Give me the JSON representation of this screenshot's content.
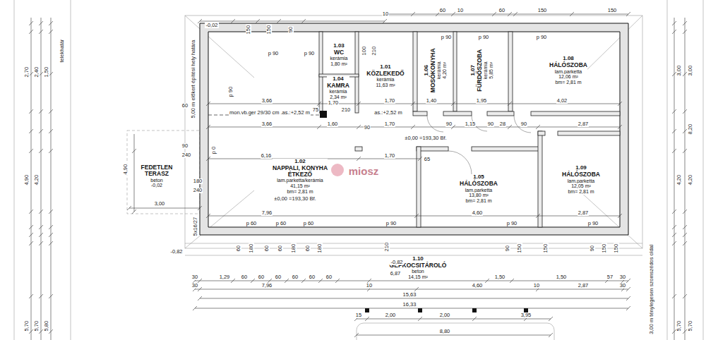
{
  "diagram": {
    "nodes": [
      {
        "text": [
          "1.03",
          "WC",
          "kerámia",
          "1,80 m²"
        ]
      },
      {
        "text": [
          "1.04",
          "KAMRA",
          "kerámia",
          "2,34 m²"
        ]
      },
      {
        "text": [
          "1.01",
          "KÖZLEKEDŐ",
          "kerámia",
          "11,63 m²"
        ]
      },
      {
        "text": [
          "1.06",
          "MOSÓKONYHA",
          "kerámia",
          "4,20 m²"
        ]
      },
      {
        "text": [
          "1.07",
          "FÜRDŐSZOBA",
          "kerámia",
          "5,85 m²"
        ]
      },
      {
        "text": [
          "1.08",
          "HÁLÓSZOBA",
          "lam.parketta",
          "12,06 m²",
          "bm= 2,81 m"
        ]
      },
      {
        "text": [
          "1.02",
          "NAPPALI, KONYHA",
          "ÉTKEZŐ",
          "lam.parketta/kerámia",
          "41,15 m²",
          "bm= 2,81 m"
        ]
      },
      {
        "text": [
          "1.05",
          "HÁLÓSZOBA",
          "lam.parketta",
          "13,80 m²",
          "bm= 2,81 m"
        ]
      },
      {
        "text": [
          "1.09",
          "HÁLÓSZOBA",
          "lam.parketta",
          "12,05 m²",
          "bm= 2,81 m"
        ]
      },
      {
        "text": [
          "FEDETLEN",
          "TERASZ",
          "beton",
          "-0,02"
        ]
      },
      {
        "text": [
          "1.10",
          "GÉPKOCSITÁROLÓ",
          "beton",
          "14,15 m²"
        ]
      }
    ],
    "labels": [
      "telekhatár",
      "5,00 m előkert építési hely határa",
      "-0,02",
      "150",
      "150",
      "90",
      "10",
      "60",
      "10",
      "60",
      "150",
      "150",
      "p 90",
      "p 90",
      "100",
      "210",
      "p 90",
      "p 90",
      "p 90",
      "60",
      "p 90",
      "3,66",
      "1,70",
      "75",
      "210",
      "1,70",
      "1,40",
      "1,95",
      "4,02",
      "mon.vb.ger 29/30 cm .as.:+2,52 m",
      "as.:+2,52 m",
      "3,66",
      "1,60",
      "90",
      "1,70",
      "90",
      "1,15",
      "90",
      "28",
      "90",
      "2,87",
      "±0,00 =193,30 Bf.",
      "p 0",
      "90",
      "240",
      "6,16",
      "1,70",
      "65",
      "180",
      "240",
      "4,90",
      "3,00",
      "±0,00 =193,30 Bf.",
      "7,96",
      "4,60",
      "2,87",
      "5x16/27",
      "p 60",
      "p 60",
      "p 60",
      "p 90",
      "p 90",
      "p 90",
      "-0,82",
      "60",
      "180",
      "60",
      "60",
      "180",
      "60",
      "180",
      "210",
      "90",
      "150",
      "150",
      "90",
      "150",
      "150",
      "-0,82",
      "30",
      "1,29",
      "60",
      "60",
      "60",
      "60",
      "60",
      "60",
      "1,50",
      "1,50",
      "57",
      "30",
      "30",
      "7,96",
      "10",
      "4,60",
      "10",
      "2,87",
      "30",
      "15,63",
      "16,33",
      "15",
      "2,00",
      "2,00",
      "3,95",
      "8,80",
      "3,00 m ténylegesen szomszédos oldal",
      "2,70",
      "2,40",
      "1,50",
      "4,90",
      "4,20",
      "5,70",
      "5,70",
      "5,80",
      "3,00",
      "3,00",
      "8,20",
      "4,20",
      "4,20",
      "5,70",
      "5,70",
      "miosz",
      "6,87"
    ]
  }
}
